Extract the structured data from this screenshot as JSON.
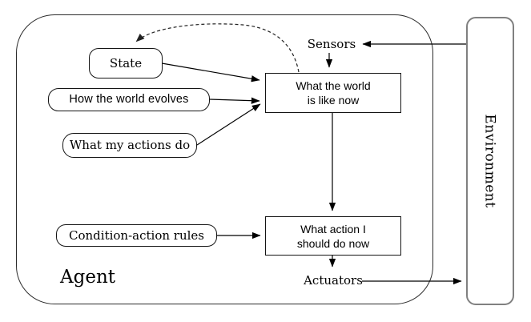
{
  "diagram": {
    "agent_label": "Agent",
    "environment_label": "Environment",
    "nodes": {
      "state": "State",
      "evolves": "How the world evolves",
      "actions": "What my actions do",
      "rules": "Condition-action rules",
      "world": {
        "line1": "What the world",
        "line2": "is like now"
      },
      "action": {
        "line1": "What action I",
        "line2": "should do now"
      }
    },
    "io": {
      "sensors": "Sensors",
      "actuators": "Actuators"
    },
    "colors": {
      "line": "#000000",
      "agent_border": "#2b2b2b",
      "env_border": "#808080",
      "background": "#ffffff",
      "text": "#000000"
    }
  }
}
